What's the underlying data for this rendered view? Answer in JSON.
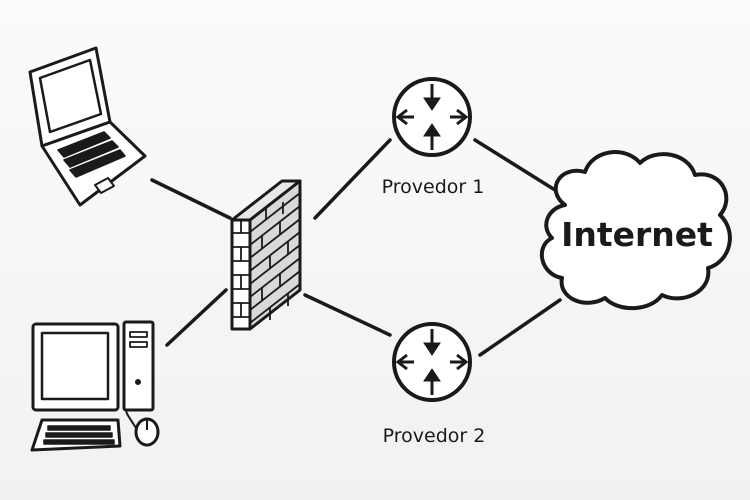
{
  "nodes": {
    "laptop": {
      "icon": "laptop-icon"
    },
    "desktop": {
      "icon": "desktop-computer-icon"
    },
    "firewall": {
      "icon": "brick-firewall-icon"
    },
    "router_1": {
      "icon": "router-icon",
      "label": "Provedor 1"
    },
    "router_2": {
      "icon": "router-icon",
      "label": "Provedor 2"
    },
    "internet": {
      "icon": "cloud-icon",
      "label": "Internet"
    }
  },
  "links": [
    [
      "laptop",
      "firewall"
    ],
    [
      "desktop",
      "firewall"
    ],
    [
      "firewall",
      "router_1"
    ],
    [
      "firewall",
      "router_2"
    ],
    [
      "router_1",
      "internet"
    ],
    [
      "router_2",
      "internet"
    ]
  ],
  "colors": {
    "stroke": "#1a1a1a",
    "background": "#f6f6f6",
    "firewall_face": "#ffffff",
    "firewall_side": "#d9d9d9"
  }
}
